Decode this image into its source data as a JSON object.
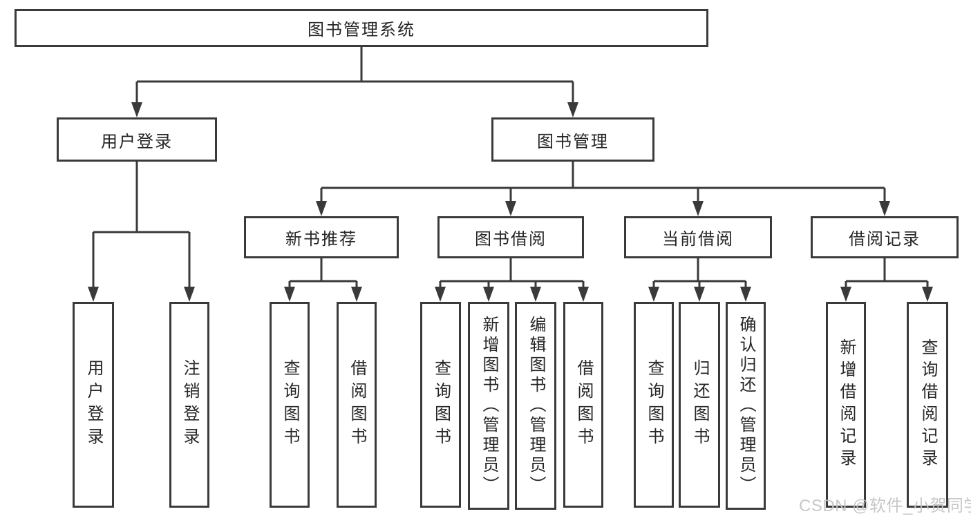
{
  "tree": {
    "label": "图书管理系统",
    "children": [
      {
        "label": "用户登录",
        "children": [
          {
            "label": "用户登录"
          },
          {
            "label": "注销登录"
          }
        ]
      },
      {
        "label": "图书管理",
        "children": [
          {
            "label": "新书推荐",
            "children": [
              {
                "label": "查询图书"
              },
              {
                "label": "借阅图书"
              }
            ]
          },
          {
            "label": "图书借阅",
            "children": [
              {
                "label": "查询图书"
              },
              {
                "label": "新增图书（管理员）"
              },
              {
                "label": "编辑图书（管理员）"
              },
              {
                "label": "借阅图书"
              }
            ]
          },
          {
            "label": "当前借阅",
            "children": [
              {
                "label": "查询图书"
              },
              {
                "label": "归还图书"
              },
              {
                "label": "确认归还（管理员）"
              }
            ]
          },
          {
            "label": "借阅记录",
            "children": [
              {
                "label": "新增借阅记录"
              },
              {
                "label": "查询借阅记录"
              }
            ]
          }
        ]
      }
    ]
  },
  "watermark": "CSDN @软件_小贺同学",
  "colors": {
    "line": "#3a3a3a",
    "box_border": "#3a3a3a",
    "text": "#262626",
    "background": "#ffffff",
    "watermark": "#c4c4c4"
  }
}
